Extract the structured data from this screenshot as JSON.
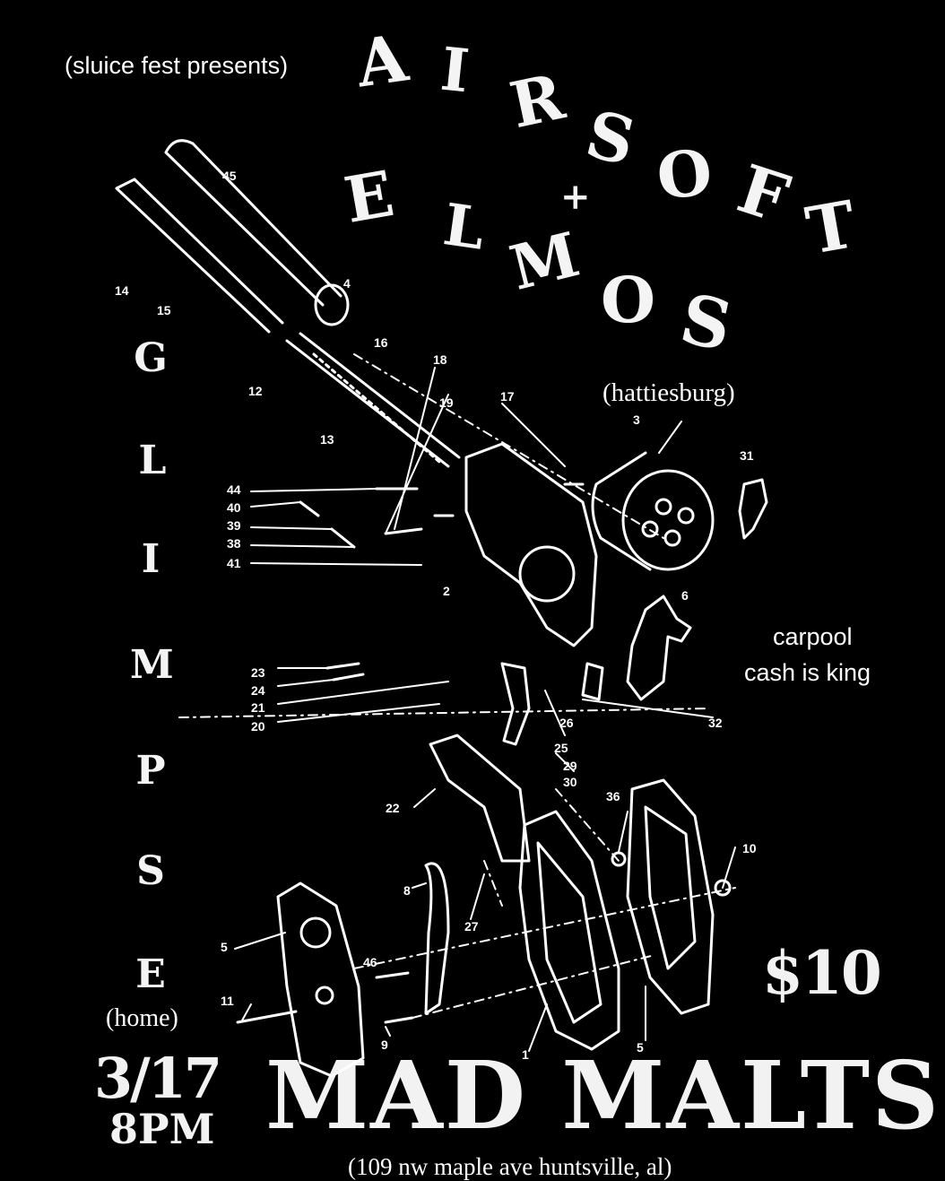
{
  "presenter": "(sluice fest presents)",
  "headliner": {
    "letters": [
      "A",
      "I",
      "R",
      "S",
      "O",
      "F",
      "T"
    ]
  },
  "plus": "+",
  "band2": {
    "letters": [
      "E",
      "L",
      "M",
      "O",
      "S"
    ],
    "origin": "(hattiesburg)"
  },
  "band3": {
    "letters": [
      "G",
      "L",
      "I",
      "M",
      "P",
      "S",
      "E"
    ],
    "origin": "(home)"
  },
  "notes": {
    "line1": "carpool",
    "line2": "cash is king"
  },
  "price": "$10",
  "date": "3/17",
  "time": "8PM",
  "venue": "MAD MALTS",
  "address": "(109 nw maple ave huntsville, al)",
  "part_numbers": [
    "45",
    "14",
    "15",
    "4",
    "16",
    "12",
    "13",
    "18",
    "19",
    "17",
    "3",
    "31",
    "44",
    "40",
    "39",
    "38",
    "41",
    "2",
    "6",
    "23",
    "24",
    "21",
    "20",
    "26",
    "32",
    "25",
    "29",
    "30",
    "22",
    "36",
    "10",
    "8",
    "27",
    "5",
    "46",
    "11",
    "9",
    "1",
    "5"
  ],
  "colors": {
    "background": "#000000",
    "ink": "#ffffff"
  }
}
